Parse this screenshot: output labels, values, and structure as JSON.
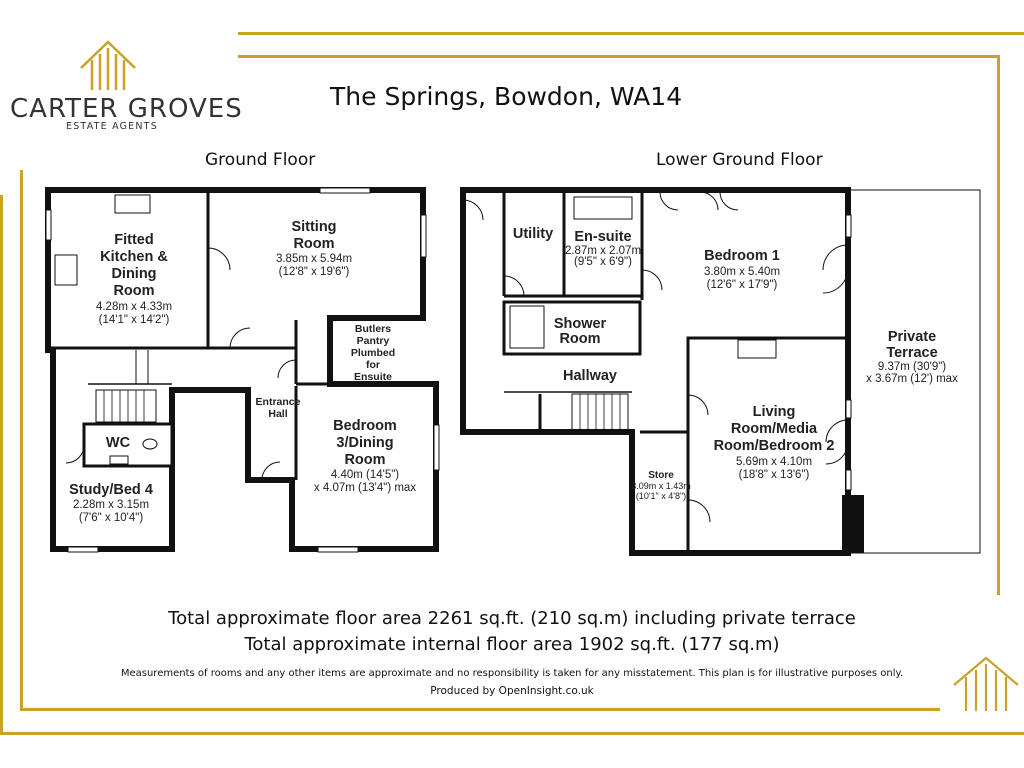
{
  "brand": {
    "name": "CARTER GROVES",
    "tagline": "ESTATE AGENTS",
    "gold_color": "#c9a227"
  },
  "title": "The Springs, Bowdon, WA14",
  "floors": {
    "ground": "Ground Floor",
    "lower": "Lower Ground Floor"
  },
  "rooms": {
    "kitchen": {
      "name": [
        "Fitted",
        "Kitchen &",
        "Dining",
        "Room"
      ],
      "metric": "4.28m x 4.33m",
      "imperial": "(14'1\" x 14'2\")"
    },
    "sitting": {
      "name": [
        "Sitting",
        "Room"
      ],
      "metric": "3.85m x 5.94m",
      "imperial": "(12'8\" x 19'6\")"
    },
    "butlers": {
      "name": [
        "Butlers",
        "Pantry",
        "Plumbed",
        "for",
        "Ensuite"
      ]
    },
    "entrance": {
      "name": [
        "Entrance",
        "Hall"
      ]
    },
    "bedroom3": {
      "name": [
        "Bedroom",
        "3/Dining",
        "Room"
      ],
      "metric": "4.40m (14'5\")",
      "imperial": "x 4.07m (13'4\") max"
    },
    "wc": {
      "name": [
        "WC"
      ]
    },
    "study": {
      "name": [
        "Study/Bed 4"
      ],
      "metric": "2.28m x 3.15m",
      "imperial": "(7'6\" x 10'4\")"
    },
    "utility": {
      "name": [
        "Utility"
      ]
    },
    "ensuite": {
      "name": [
        "En-suite"
      ],
      "metric": "2.87m x 2.07m",
      "imperial": "(9'5\" x 6'9\")"
    },
    "bedroom1": {
      "name": [
        "Bedroom 1"
      ],
      "metric": "3.80m x 5.40m",
      "imperial": "(12'6\" x 17'9\")"
    },
    "shower": {
      "name": [
        "Shower",
        "Room"
      ]
    },
    "hallway": {
      "name": [
        "Hallway"
      ]
    },
    "living": {
      "name": [
        "Living",
        "Room/Media",
        "Room/Bedroom 2"
      ],
      "metric": "5.69m x 4.10m",
      "imperial": "(18'8\" x 13'6\")"
    },
    "store": {
      "name": [
        "Store"
      ],
      "metric": "3.09m x 1.43m",
      "imperial": "(10'1\" x 4'8\")"
    },
    "terrace": {
      "name": [
        "Private",
        "Terrace"
      ],
      "metric": "9.37m (30'9\")",
      "imperial": "x 3.67m (12') max"
    }
  },
  "totals": {
    "line1": "Total approximate floor area 2261 sq.ft. (210 sq.m) including private terrace",
    "line2": "Total approximate internal floor area 1902 sq.ft. (177 sq.m)"
  },
  "disclaimer": {
    "line1": "Measurements of rooms and any other items are approximate and no responsibility is taken for any misstatement. This plan is for illustrative purposes only.",
    "line2": "Produced by OpenInsight.co.uk"
  }
}
